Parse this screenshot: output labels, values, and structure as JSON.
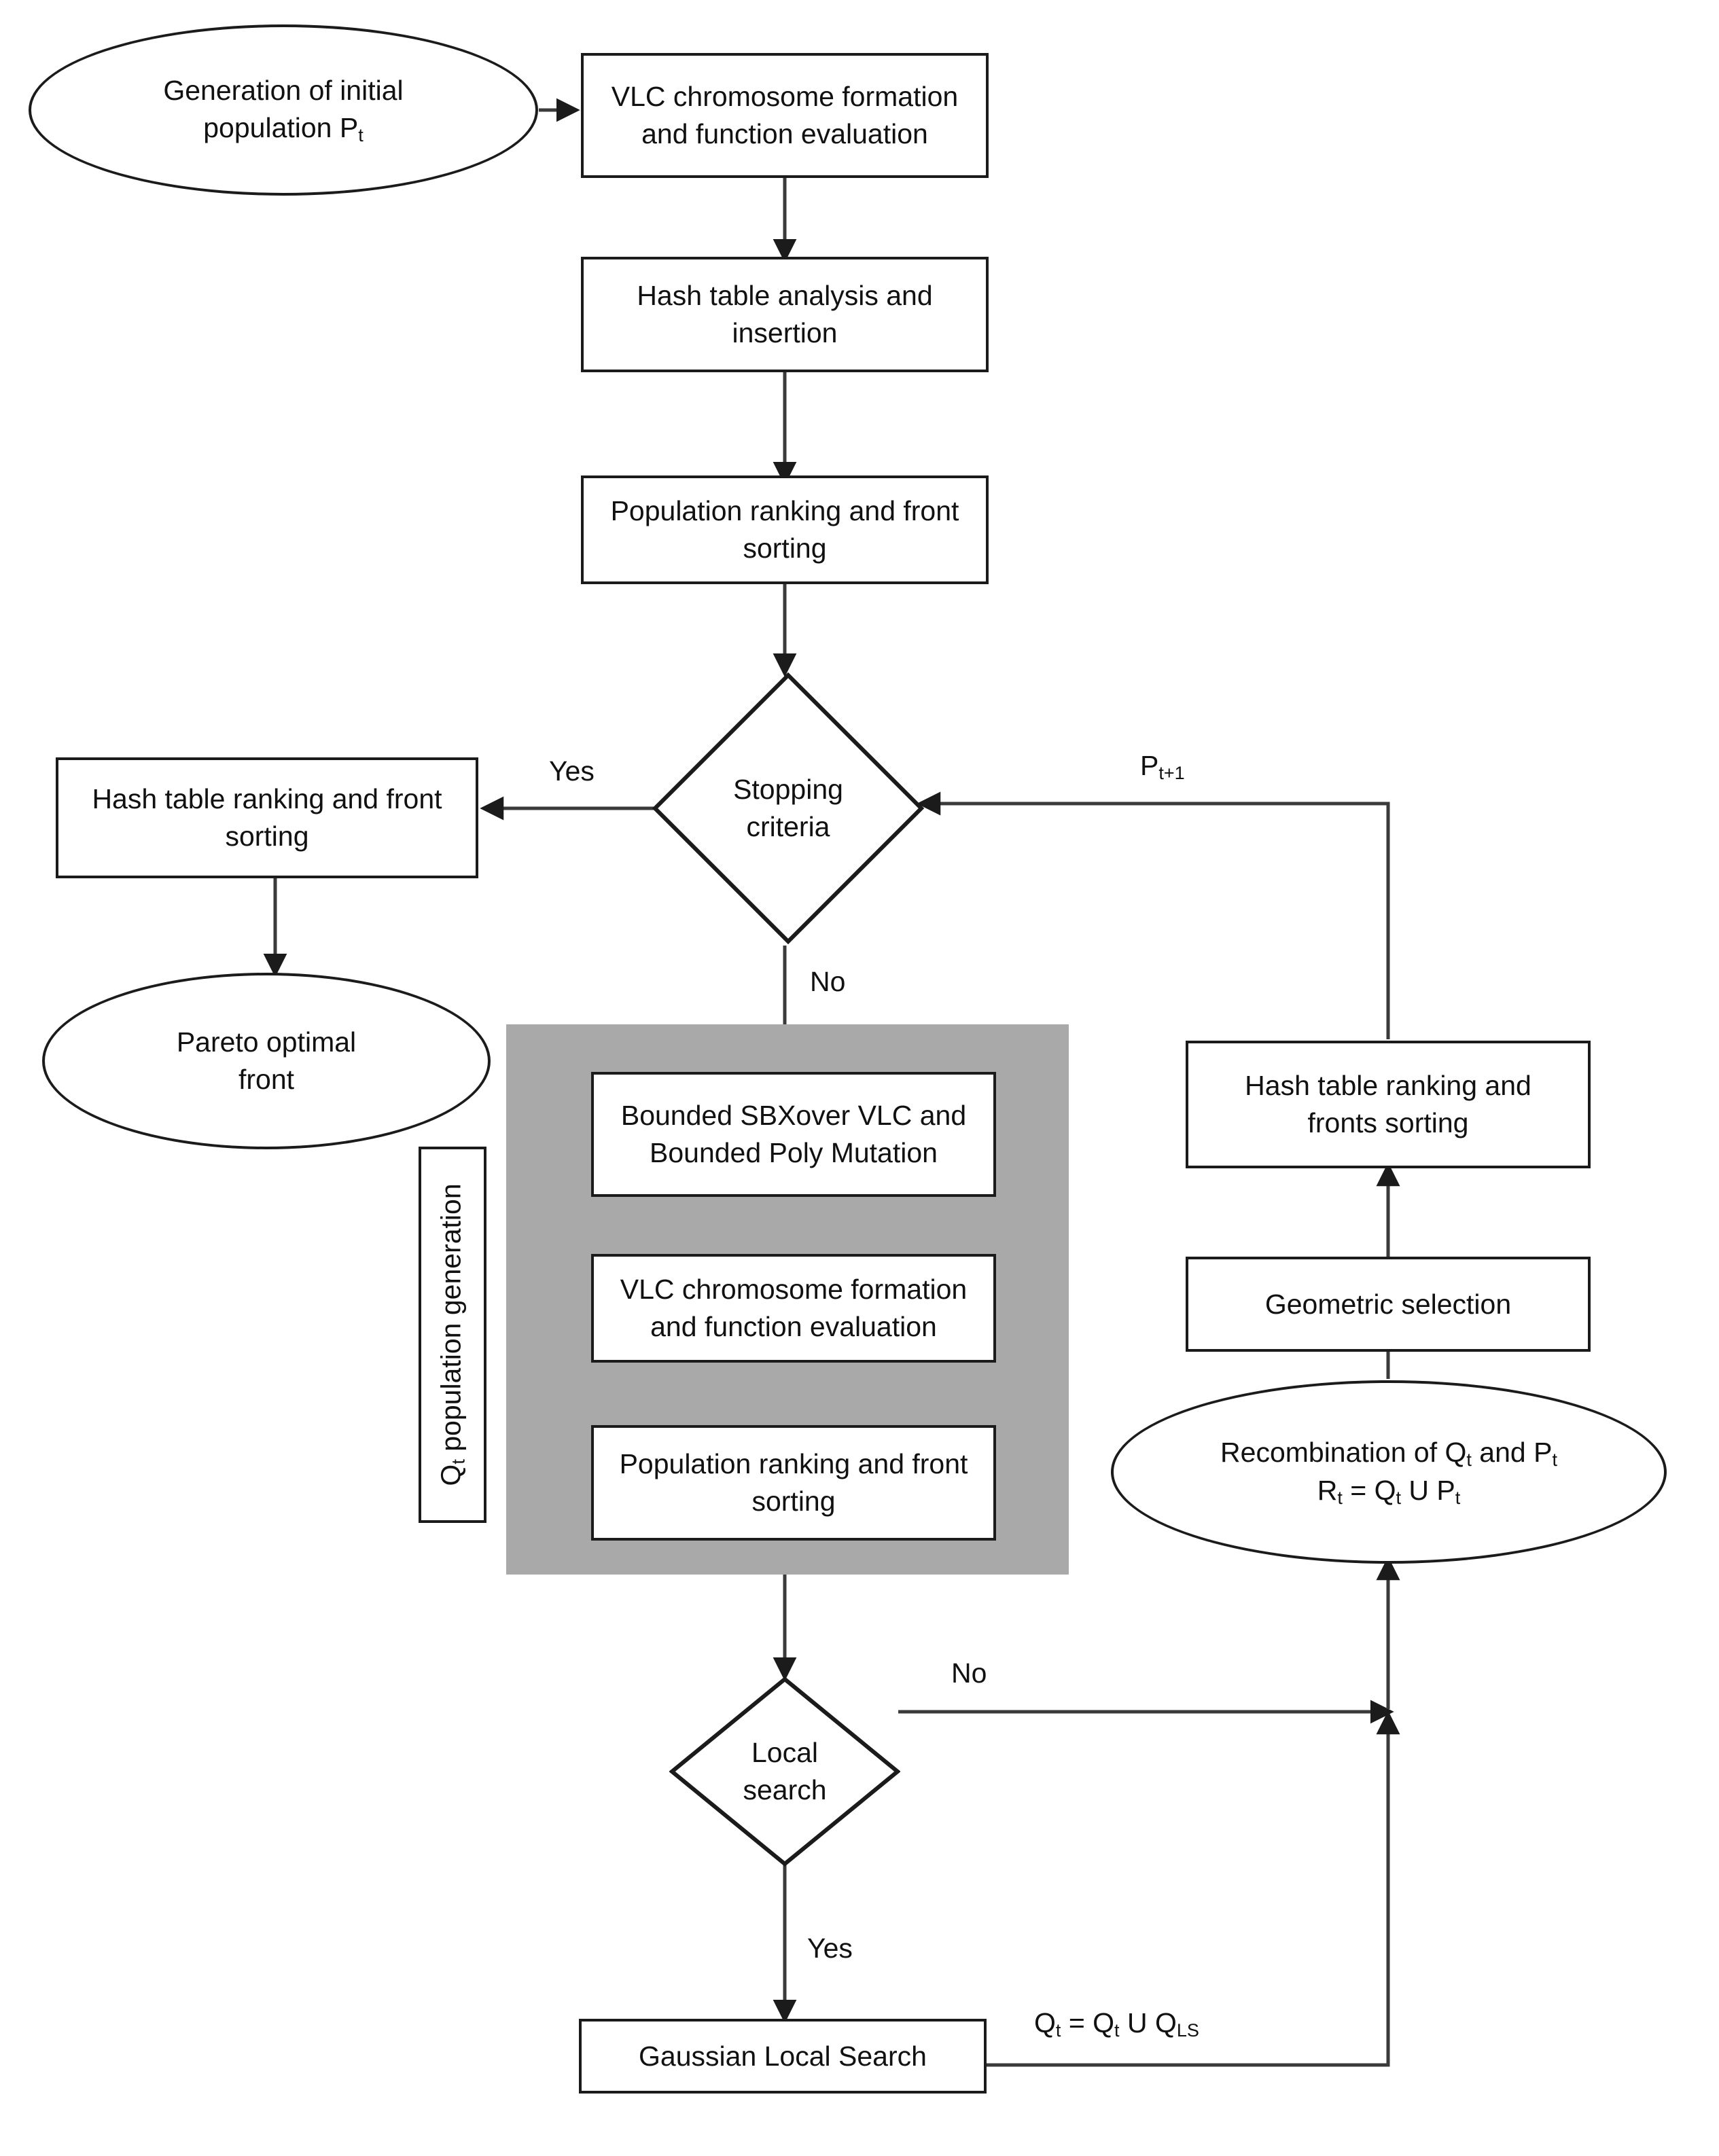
{
  "diagram": {
    "title": "VLC-NSGA-II hash table flowchart",
    "accent_gray": "#a9a9a9",
    "line_color": "#1b1b1b"
  },
  "nodes": {
    "initial_population": {
      "label": "Generation of initial\npopulation P",
      "sub": "t",
      "shape": "ellipse"
    },
    "vlc_formation_top": {
      "label": "VLC chromosome formation\nand function evaluation",
      "shape": "rect"
    },
    "hash_insert": {
      "label": "Hash table analysis and\ninsertion",
      "shape": "rect"
    },
    "pop_rank_top": {
      "label": "Population ranking and front\nsorting",
      "shape": "rect"
    },
    "stopping_criteria": {
      "label": "Stopping\ncriteria",
      "shape": "diamond"
    },
    "hash_rank_left": {
      "label": "Hash table ranking and front\nsorting",
      "shape": "rect"
    },
    "pareto_front": {
      "label": "Pareto optimal\nfront",
      "shape": "ellipse"
    },
    "sbx_mutation": {
      "label": "Bounded SBXover VLC and\nBounded Poly Mutation",
      "shape": "rect"
    },
    "vlc_formation_mid": {
      "label": "VLC chromosome formation\nand function evaluation",
      "shape": "rect"
    },
    "pop_rank_mid": {
      "label": "Population ranking and front\nsorting",
      "shape": "rect"
    },
    "qt_group_label": {
      "label": "Q  population generation",
      "sub": "t",
      "shape": "vertical-label"
    },
    "hash_rank_right": {
      "label": "Hash table ranking and\nfronts sorting",
      "shape": "rect"
    },
    "geometric_selection": {
      "label": "Geometric selection",
      "shape": "rect"
    },
    "recombination": {
      "label_line1": "Recombination of Q",
      "label_line1b": " and P",
      "label_line2a": "R",
      "label_line2b": " = Q",
      "label_line2c": " U P",
      "shape": "ellipse"
    },
    "local_search": {
      "label": "Local\nsearch",
      "shape": "diamond"
    },
    "gaussian_local_search": {
      "label": "Gaussian Local Search",
      "shape": "rect"
    }
  },
  "edge_labels": {
    "yes_stopping": "Yes",
    "no_stopping": "No",
    "p_next": "P",
    "p_next_sub": "t+1",
    "no_local_search": "No",
    "yes_local_search": "Yes",
    "qt_union": "Q",
    "qt_union_sub1": "t",
    "qt_union_eq": " = Q",
    "qt_union_sub2": "t",
    "qt_union_u": " U Q",
    "qt_union_sub3": "LS"
  }
}
